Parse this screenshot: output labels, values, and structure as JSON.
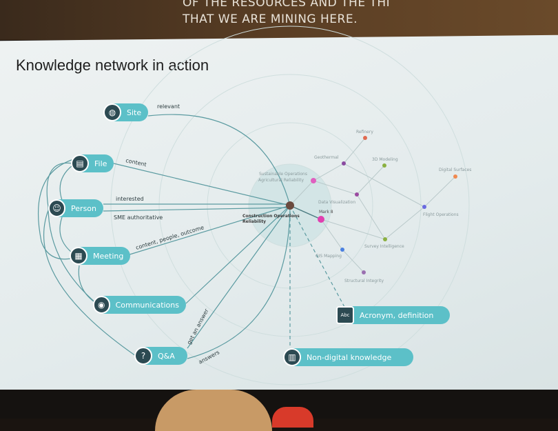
{
  "banner": {
    "line1": "OF THE RESOURCES AND THE THI",
    "line2": "THAT WE ARE MINING HERE."
  },
  "slide": {
    "title": "Knowledge network in action"
  },
  "entities": {
    "site": "Site",
    "file": "File",
    "person": "Person",
    "meeting": "Meeting",
    "communications": "Communications",
    "qa": "Q&A",
    "acronym": "Acronym, definition",
    "nondigital": "Non-digital knowledge"
  },
  "edges": {
    "relevant": "relevant",
    "content": "content",
    "interested": "interested",
    "sme": "SME authoritative",
    "cpo": "content, people, outcome",
    "get_answer": "get an answer",
    "answers": "answers"
  },
  "center": {
    "line1": "Construction Operations",
    "line2": "Reliability"
  },
  "topics": {
    "refinery": "Refinery",
    "geothermal": "Geothermal",
    "modeling": "3D Modeling",
    "digital": "Digital Surfaces",
    "sustainable": "Sustainable Operations",
    "agri": "Agricultural Reliability",
    "dataviz": "Data Visualization",
    "mark8": "Mark 8",
    "flight": "Flight Operations",
    "survey": "Survey Intelligence",
    "gis": "GIS Mapping",
    "structural": "Structural Integrity"
  },
  "colors": {
    "teal": "#5cc0c8",
    "dark": "#2c4a52"
  }
}
